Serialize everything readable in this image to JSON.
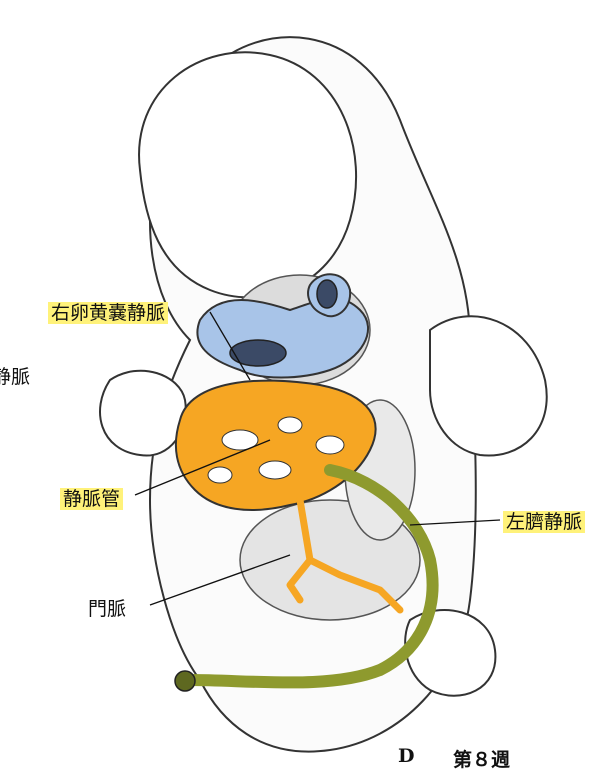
{
  "labels": {
    "right_vitelline_vein": "右卵黄嚢静脈",
    "ductus_venosus": "静脈管",
    "portal_vein": "門脈",
    "left_umbilical_vein": "左臍静脈",
    "cut_edge_fragment": "静脈"
  },
  "caption": {
    "panel": "D",
    "stage": "第８週"
  },
  "colors": {
    "vitelline_blue": "#a8c4e8",
    "liver_orange": "#f6a623",
    "umbilical_green": "#8e9a2e",
    "highlight_yellow": "#fff27a"
  }
}
